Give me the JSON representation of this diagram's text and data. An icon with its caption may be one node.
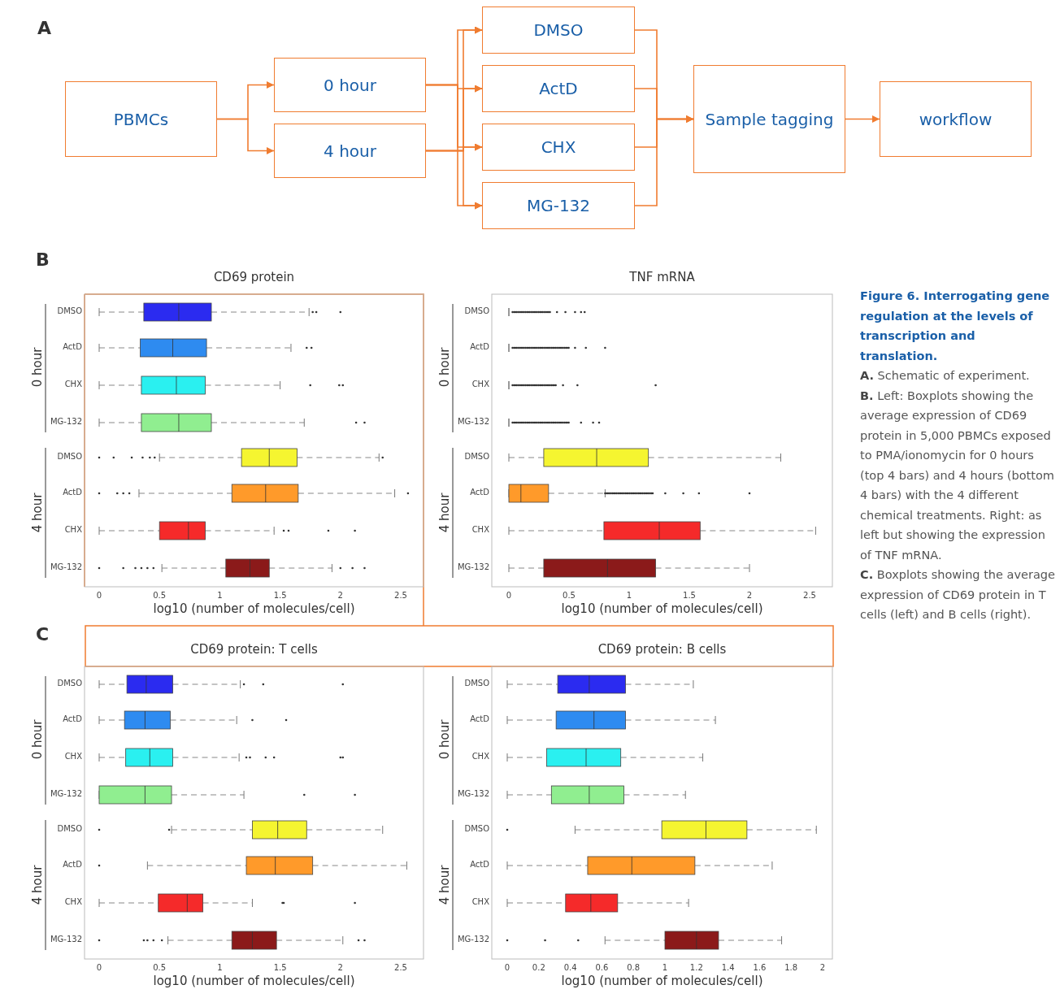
{
  "diagram": {
    "caption": "**Figure 6. Interrogating gene regulation at the levels of transcription and translation.** **A.** Schematic of experiment. **B.** Left: Boxplots showing the average expression of CD69 protein in 5,000 PBMCs exposed to PMA/ionomycin for 0 hours (top 4 bars) and 4 hours (bottom 4 bars) with the 4 different chemical treatments. Right: as left but showing the expression of TNF mRNA. **C.** Boxplots showing the average expression of CD69 protein in T cells (left) and B cells (right).",
    "nodes": [
      {
        "text": [
          "PBMCs"
        ]
      },
      {
        "text": [
          "0 hour"
        ]
      },
      {
        "text": [
          "4 hour"
        ]
      },
      {
        "text": [
          "DMSO"
        ]
      },
      {
        "text": [
          "ActD"
        ]
      },
      {
        "text": [
          "CHX"
        ]
      },
      {
        "text": [
          "MG-132"
        ]
      },
      {
        "text": [
          "Sample tagging"
        ]
      },
      {
        "text": [
          "workflow"
        ]
      }
    ],
    "edges": [
      {
        "from": 0,
        "to": 1,
        "arrow": "to"
      },
      {
        "from": 0,
        "to": 2,
        "arrow": "to"
      },
      {
        "from": 1,
        "to": 3,
        "arrow": "to"
      },
      {
        "from": 1,
        "to": 4,
        "arrow": "to"
      },
      {
        "from": 1,
        "to": 5,
        "arrow": "to"
      },
      {
        "from": 1,
        "to": 6,
        "arrow": "to"
      },
      {
        "from": 2,
        "to": 3,
        "arrow": "to"
      },
      {
        "from": 2,
        "to": 4,
        "arrow": "to"
      },
      {
        "from": 2,
        "to": 5,
        "arrow": "to"
      },
      {
        "from": 2,
        "to": 6,
        "arrow": "to"
      },
      {
        "from": 3,
        "to": 7,
        "arrow": "to"
      },
      {
        "from": 4,
        "to": 7,
        "arrow": "to"
      },
      {
        "from": 5,
        "to": 7,
        "arrow": "to"
      },
      {
        "from": 6,
        "to": 7,
        "arrow": "to"
      },
      {
        "from": 7,
        "to": 8,
        "arrow": "to"
      }
    ],
    "labels": [
      "A",
      "B",
      "CD69 protein",
      "DMSO",
      "ActD",
      "CHX",
      "MG-132",
      "DMSO",
      "ActD",
      "CHX",
      "MG-132",
      "0 hour",
      "4 hour",
      "0",
      "0.5",
      "1",
      "1.5",
      "2",
      "2.5",
      "log10 (number of molecules/cell)",
      "TNF mRNA",
      "DMSO",
      "ActD",
      "CHX",
      "MG-132",
      "DMSO",
      "ActD",
      "CHX",
      "MG-132",
      "0 hour",
      "4 hour",
      "0",
      "0.5",
      "1",
      "1.5",
      "2",
      "2.5",
      "log10 (number of molecules/cell)",
      "C",
      "CD69 protein: T cells",
      "DMSO",
      "ActD",
      "CHX",
      "MG-132",
      "DMSO",
      "ActD",
      "CHX",
      "MG-132",
      "0 hour",
      "4 hour",
      "0",
      "0.5",
      "1",
      "1.5",
      "2",
      "2.5",
      "log10 (number of molecules/cell)",
      "CD69 protein: B cells",
      "DMSO",
      "ActD",
      "CHX",
      "MG-132",
      "DMSO",
      "ActD",
      "CHX",
      "MG-132",
      "0 hour",
      "4 hour",
      "0",
      "0.2",
      "0.4",
      "0.6",
      "0.8",
      "1",
      "1.2",
      "1.4",
      "1.6",
      "1.8",
      "2",
      "log10 (number of molecules/cell)"
    ]
  }
}
